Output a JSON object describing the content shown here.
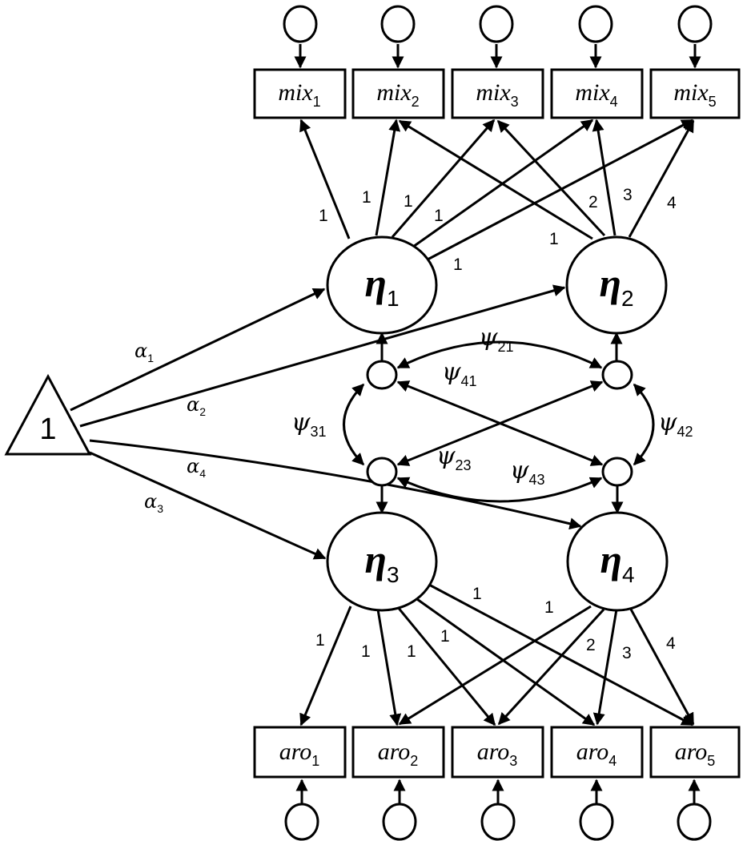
{
  "intercept": {
    "label": "1"
  },
  "mix_indicators": [
    {
      "base": "mix",
      "sub": "1"
    },
    {
      "base": "mix",
      "sub": "2"
    },
    {
      "base": "mix",
      "sub": "3"
    },
    {
      "base": "mix",
      "sub": "4"
    },
    {
      "base": "mix",
      "sub": "5"
    }
  ],
  "aro_indicators": [
    {
      "base": "aro",
      "sub": "1"
    },
    {
      "base": "aro",
      "sub": "2"
    },
    {
      "base": "aro",
      "sub": "3"
    },
    {
      "base": "aro",
      "sub": "4"
    },
    {
      "base": "aro",
      "sub": "5"
    }
  ],
  "latents": [
    {
      "symbol": "η",
      "sub": "1"
    },
    {
      "symbol": "η",
      "sub": "2"
    },
    {
      "symbol": "η",
      "sub": "3"
    },
    {
      "symbol": "η",
      "sub": "4"
    }
  ],
  "means": [
    {
      "symbol": "α",
      "sub": "1"
    },
    {
      "symbol": "α",
      "sub": "2"
    },
    {
      "symbol": "α",
      "sub": "3"
    },
    {
      "symbol": "α",
      "sub": "4"
    }
  ],
  "covariances": [
    {
      "symbol": "ψ",
      "sub": "21"
    },
    {
      "symbol": "ψ",
      "sub": "41"
    },
    {
      "symbol": "ψ",
      "sub": "31"
    },
    {
      "symbol": "ψ",
      "sub": "42"
    },
    {
      "symbol": "ψ",
      "sub": "23"
    },
    {
      "symbol": "ψ",
      "sub": "43"
    }
  ],
  "loadings_top": [
    "1",
    "1",
    "1",
    "1",
    "1",
    "1",
    "2",
    "3",
    "4"
  ],
  "loadings_bottom": [
    "1",
    "1",
    "1",
    "1",
    "1",
    "1",
    "2",
    "3",
    "4"
  ]
}
